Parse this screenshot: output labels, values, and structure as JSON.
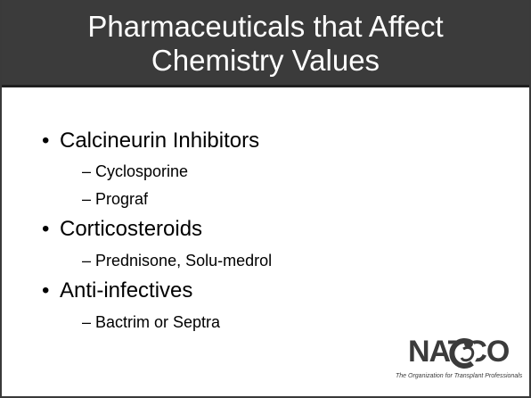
{
  "slide": {
    "title": "Pharmaceuticals that Affect Chemistry Values",
    "bullets": [
      {
        "bullet": "•",
        "label": "Calcineurin Inhibitors",
        "sub": [
          "– Cyclosporine",
          "– Prograf"
        ]
      },
      {
        "bullet": "•",
        "label": "Corticosteroids",
        "sub": [
          "– Prednisone, Solu-medrol"
        ]
      },
      {
        "bullet": "•",
        "label": "Anti-infectives",
        "sub": [
          "– Bactrim or Septra"
        ]
      }
    ]
  },
  "logo": {
    "text": "NATCO",
    "tagline": "The Organization for Transplant Professionals",
    "icon": "natco-logo-icon"
  },
  "colors": {
    "title_band": "#3b3b3b",
    "title_text": "#ffffff",
    "body_text": "#000000"
  }
}
